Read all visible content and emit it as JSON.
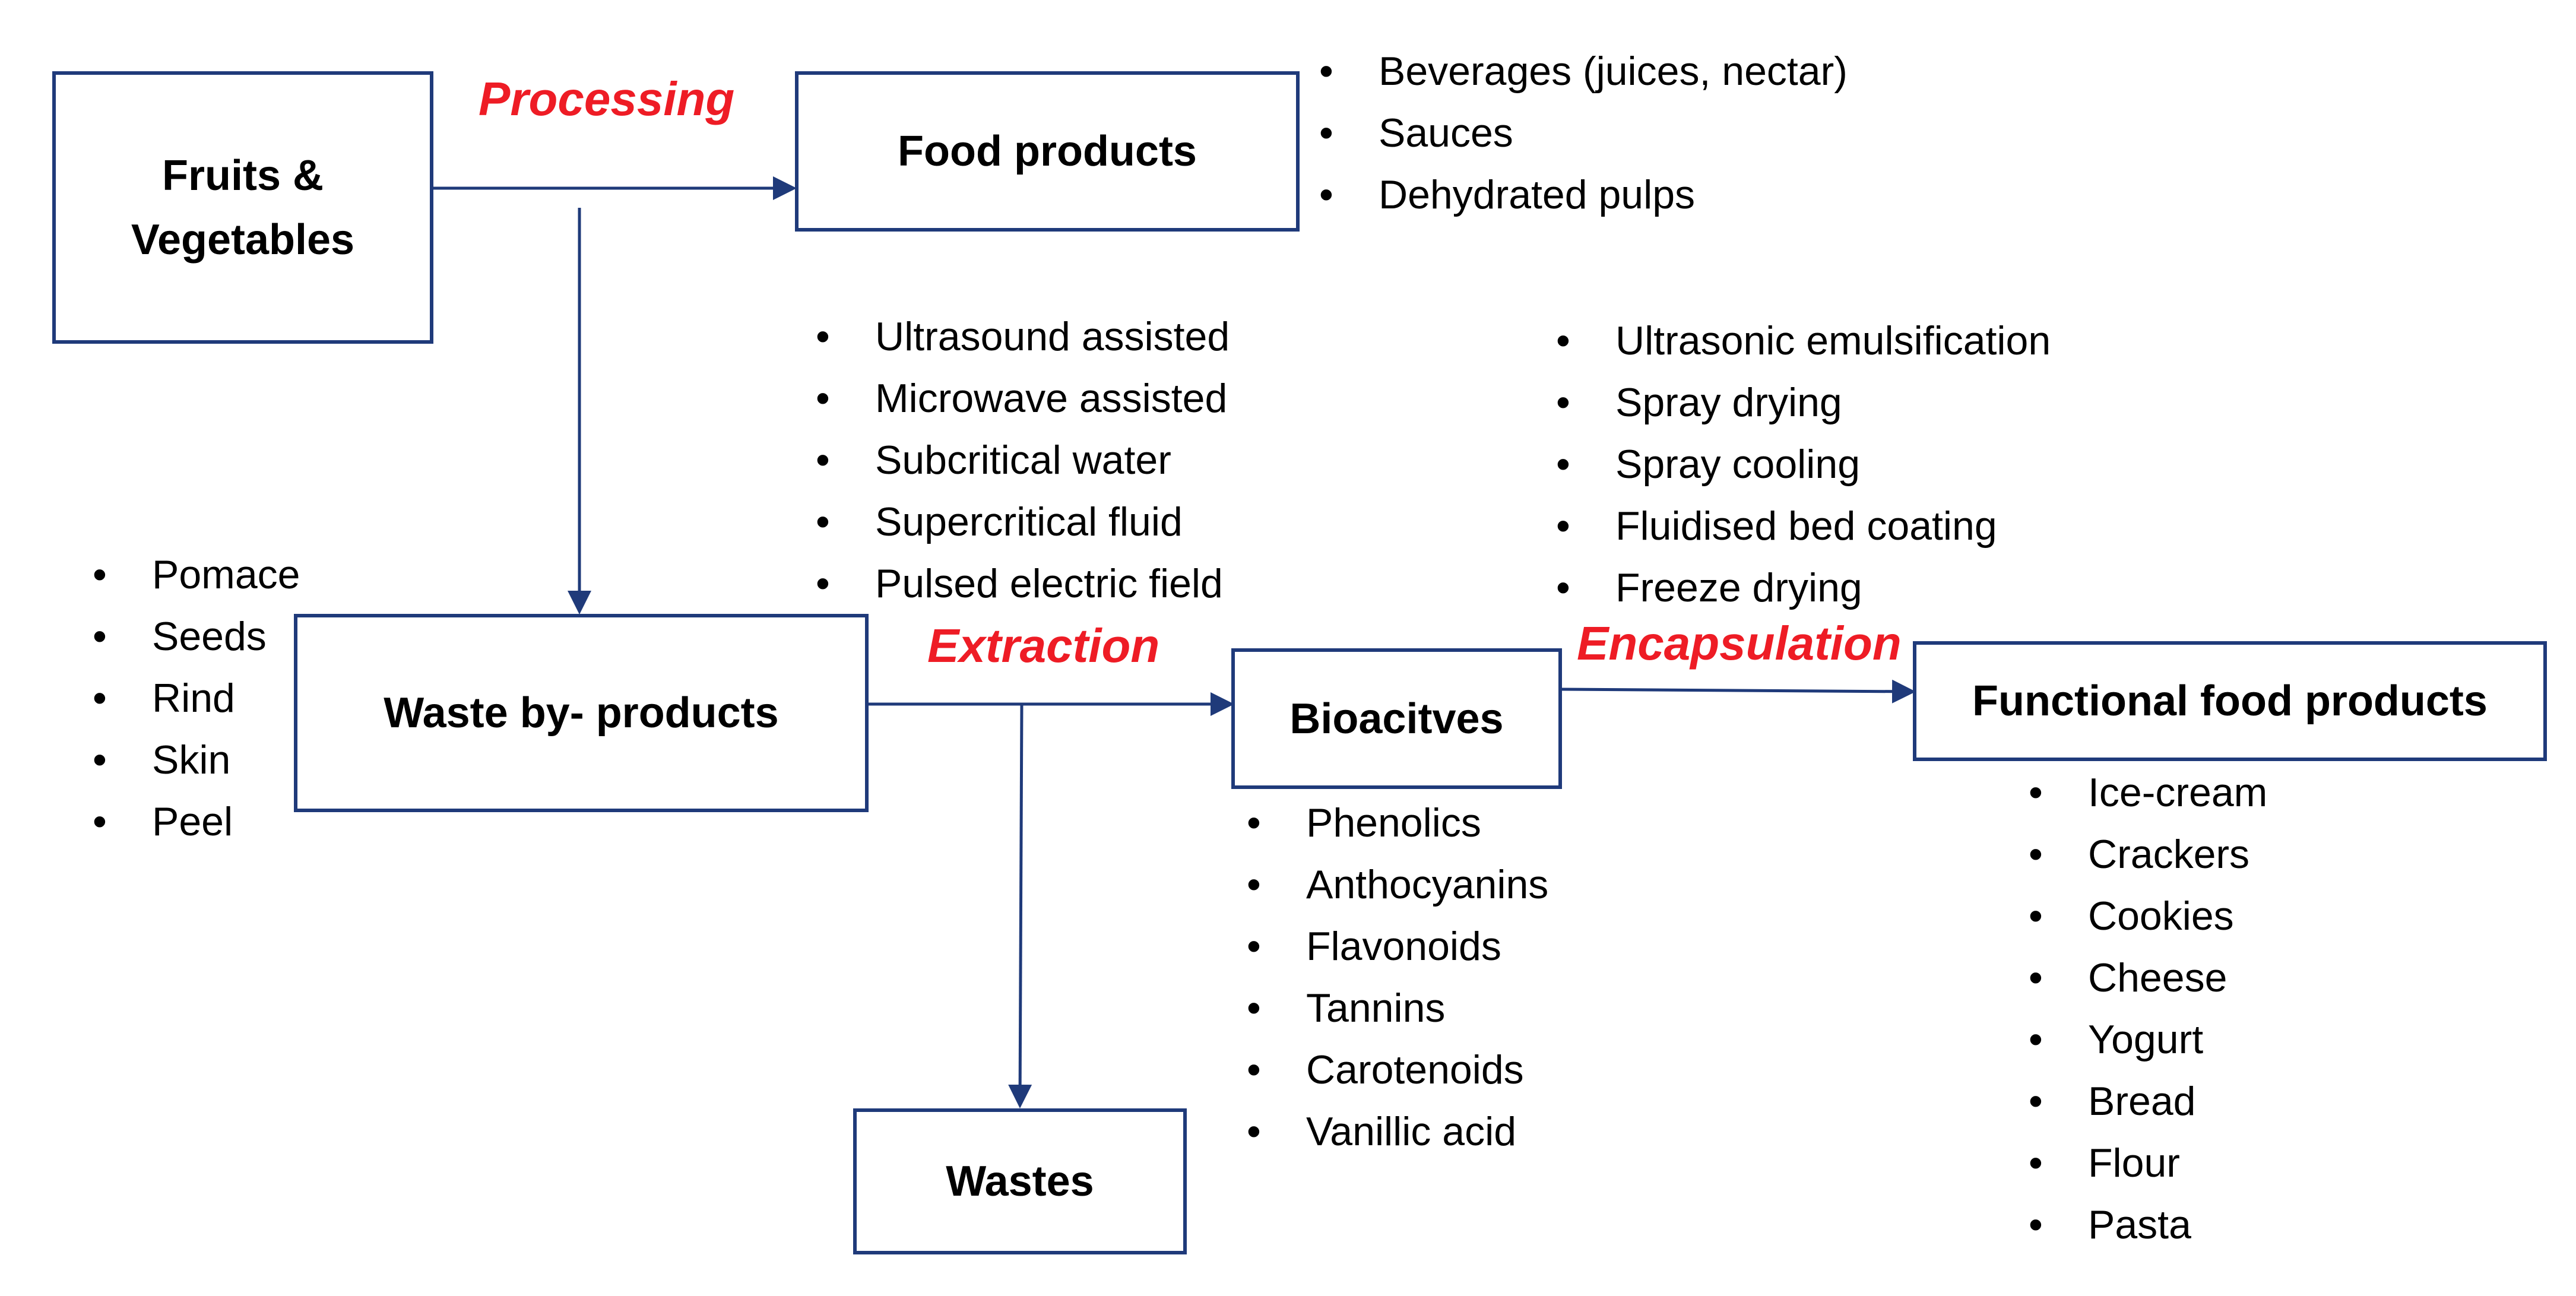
{
  "nodes": {
    "fruits_vegetables": "Fruits &\nVegetables",
    "food_products": "Food products",
    "waste_byproducts": "Waste by- products",
    "bioactives": "Bioacitves",
    "functional_food_products": "Functional food products",
    "wastes": "Wastes"
  },
  "process_labels": {
    "processing": "Processing",
    "extraction": "Extraction",
    "encapsulation": "Encapsulation"
  },
  "lists": {
    "food_products": [
      "Beverages (juices, nectar)",
      "Sauces",
      "Dehydrated pulps"
    ],
    "extraction_methods": [
      "Ultrasound assisted",
      "Microwave assisted",
      "Subcritical water",
      "Supercritical fluid",
      "Pulsed electric field"
    ],
    "encapsulation_methods": [
      "Ultrasonic emulsification",
      "Spray drying",
      "Spray cooling",
      "Fluidised bed coating",
      "Freeze drying"
    ],
    "waste_types": [
      "Pomace",
      "Seeds",
      "Rind",
      "Skin",
      "Peel"
    ],
    "bioactives": [
      "Phenolics",
      "Anthocyanins",
      "Flavonoids",
      "Tannins",
      "Carotenoids",
      "Vanillic acid"
    ],
    "functional_products": [
      "Ice-cream",
      "Crackers",
      "Cookies",
      "Cheese",
      "Yogurt",
      "Bread",
      "Flour",
      "Pasta"
    ]
  },
  "colors": {
    "box_border": "#1f3a7a",
    "arrow": "#1f3a7a",
    "process_label": "#ee1c25",
    "text": "#000000"
  }
}
